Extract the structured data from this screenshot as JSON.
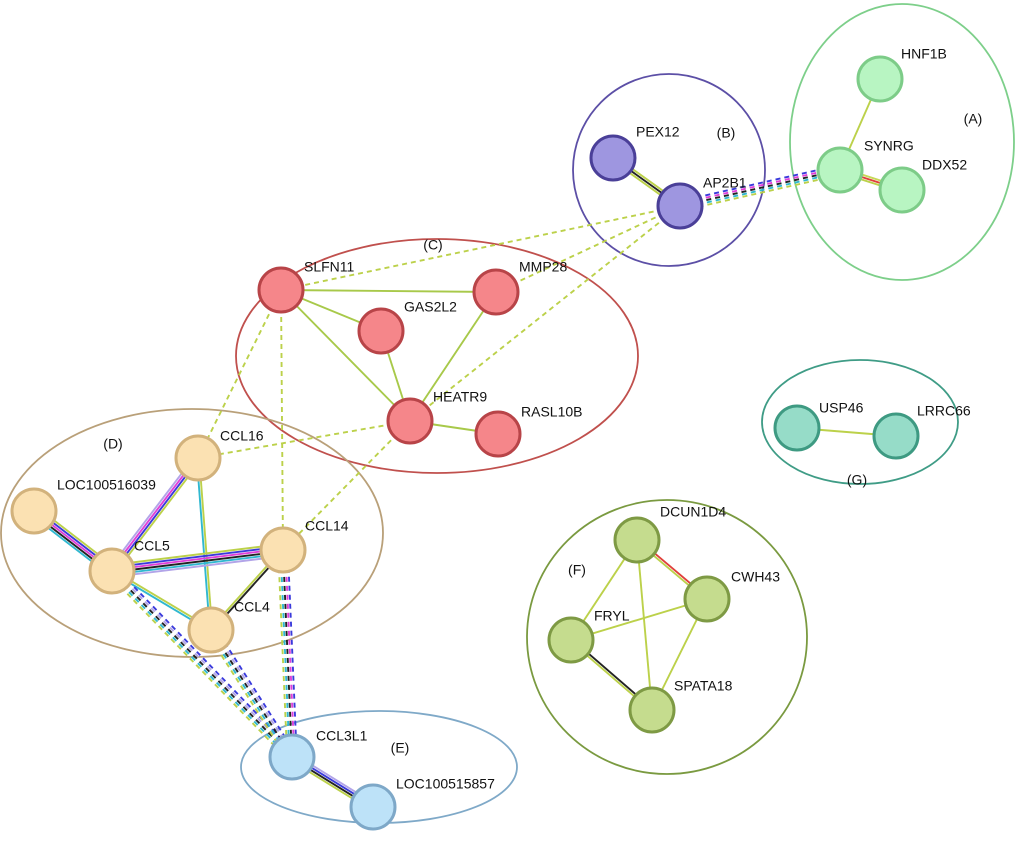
{
  "clusters": [
    {
      "id": "A",
      "label": "(A)",
      "color": "#7dcf8a"
    },
    {
      "id": "B",
      "label": "(B)",
      "color": "#5c4fa6"
    },
    {
      "id": "C",
      "label": "(C)",
      "color": "#c0504d"
    },
    {
      "id": "D",
      "label": "(D)",
      "color": "#b9a079"
    },
    {
      "id": "E",
      "label": "(E)",
      "color": "#7fa9c8"
    },
    {
      "id": "F",
      "label": "(F)",
      "color": "#7a9a40"
    },
    {
      "id": "G",
      "label": "(G)",
      "color": "#3f9c86"
    }
  ],
  "node_styles": {
    "A": {
      "fill": "#b8f5c2",
      "stroke": "#7dcc88"
    },
    "B": {
      "fill": "#9e96e0",
      "stroke": "#4a3f98"
    },
    "C": {
      "fill": "#f5868a",
      "stroke": "#b84448"
    },
    "D": {
      "fill": "#fbe1b2",
      "stroke": "#d2b27c"
    },
    "E": {
      "fill": "#bde2f8",
      "stroke": "#7ea8c8"
    },
    "F": {
      "fill": "#c5dc8e",
      "stroke": "#7e9a44"
    },
    "G": {
      "fill": "#96dcc8",
      "stroke": "#3e9a82"
    }
  },
  "nodes": [
    {
      "id": "HNF1B",
      "label": "HNF1B",
      "cluster": "A"
    },
    {
      "id": "SYNRG",
      "label": "SYNRG",
      "cluster": "A"
    },
    {
      "id": "DDX52",
      "label": "DDX52",
      "cluster": "A"
    },
    {
      "id": "PEX12",
      "label": "PEX12",
      "cluster": "B"
    },
    {
      "id": "AP2B1",
      "label": "AP2B1",
      "cluster": "B"
    },
    {
      "id": "SLFN11",
      "label": "SLFN11",
      "cluster": "C"
    },
    {
      "id": "MMP28",
      "label": "MMP28",
      "cluster": "C"
    },
    {
      "id": "GAS2L2",
      "label": "GAS2L2",
      "cluster": "C"
    },
    {
      "id": "HEATR9",
      "label": "HEATR9",
      "cluster": "C"
    },
    {
      "id": "RASL10B",
      "label": "RASL10B",
      "cluster": "C"
    },
    {
      "id": "CCL16",
      "label": "CCL16",
      "cluster": "D"
    },
    {
      "id": "LOC100516039",
      "label": "LOC100516039",
      "cluster": "D"
    },
    {
      "id": "CCL5",
      "label": "CCL5",
      "cluster": "D"
    },
    {
      "id": "CCL14",
      "label": "CCL14",
      "cluster": "D"
    },
    {
      "id": "CCL4",
      "label": "CCL4",
      "cluster": "D"
    },
    {
      "id": "CCL3L1",
      "label": "CCL3L1",
      "cluster": "E"
    },
    {
      "id": "LOC100515857",
      "label": "LOC100515857",
      "cluster": "E"
    },
    {
      "id": "DCUN1D4",
      "label": "DCUN1D4",
      "cluster": "F"
    },
    {
      "id": "CWH43",
      "label": "CWH43",
      "cluster": "F"
    },
    {
      "id": "FRYL",
      "label": "FRYL",
      "cluster": "F"
    },
    {
      "id": "SPATA18",
      "label": "SPATA18",
      "cluster": "F"
    },
    {
      "id": "USP46",
      "label": "USP46",
      "cluster": "G"
    },
    {
      "id": "LRRC66",
      "label": "LRRC66",
      "cluster": "G"
    }
  ],
  "edges": [
    {
      "source": "HNF1B",
      "target": "SYNRG",
      "colors": [
        "#bcd14a"
      ],
      "dashed": false
    },
    {
      "source": "SYNRG",
      "target": "DDX52",
      "colors": [
        "#c7d857",
        "#e0403a",
        "#bcd14a"
      ],
      "dashed": false
    },
    {
      "source": "PEX12",
      "target": "AP2B1",
      "colors": [
        "#bcd14a",
        "#222222",
        "#bcd14a"
      ],
      "dashed": false
    },
    {
      "source": "AP2B1",
      "target": "SYNRG",
      "colors": [
        "#3a3adb",
        "#e040d8",
        "#222222",
        "#30b8d0",
        "#bcd14a"
      ],
      "dashed": true
    },
    {
      "source": "AP2B1",
      "target": "SLFN11",
      "colors": [
        "#bcd14a"
      ],
      "dashed": true
    },
    {
      "source": "AP2B1",
      "target": "MMP28",
      "colors": [
        "#bcd14a"
      ],
      "dashed": true
    },
    {
      "source": "AP2B1",
      "target": "HEATR9",
      "colors": [
        "#bcd14a"
      ],
      "dashed": true
    },
    {
      "source": "SLFN11",
      "target": "MMP28",
      "colors": [
        "#a8c94a"
      ],
      "dashed": false
    },
    {
      "source": "SLFN11",
      "target": "GAS2L2",
      "colors": [
        "#a8c94a"
      ],
      "dashed": false
    },
    {
      "source": "SLFN11",
      "target": "HEATR9",
      "colors": [
        "#a8c94a"
      ],
      "dashed": false
    },
    {
      "source": "MMP28",
      "target": "HEATR9",
      "colors": [
        "#a8c94a"
      ],
      "dashed": false
    },
    {
      "source": "GAS2L2",
      "target": "HEATR9",
      "colors": [
        "#a8c94a"
      ],
      "dashed": false
    },
    {
      "source": "HEATR9",
      "target": "RASL10B",
      "colors": [
        "#a8c94a"
      ],
      "dashed": false
    },
    {
      "source": "SLFN11",
      "target": "CCL16",
      "colors": [
        "#bcd14a"
      ],
      "dashed": true
    },
    {
      "source": "SLFN11",
      "target": "CCL14",
      "colors": [
        "#bcd14a"
      ],
      "dashed": true
    },
    {
      "source": "HEATR9",
      "target": "CCL16",
      "colors": [
        "#bcd14a"
      ],
      "dashed": true
    },
    {
      "source": "HEATR9",
      "target": "CCL14",
      "colors": [
        "#bcd14a"
      ],
      "dashed": true
    },
    {
      "source": "LOC100516039",
      "target": "CCL5",
      "colors": [
        "#bcd14a",
        "#3a3adb",
        "#e040d8",
        "#222222",
        "#30b8d0"
      ],
      "dashed": false
    },
    {
      "source": "CCL16",
      "target": "CCL5",
      "colors": [
        "#bcd14a",
        "#3a3adb",
        "#e040d8",
        "#b2a4e8"
      ],
      "dashed": false
    },
    {
      "source": "CCL16",
      "target": "CCL4",
      "colors": [
        "#bcd14a",
        "#30b8d0"
      ],
      "dashed": false
    },
    {
      "source": "CCL5",
      "target": "CCL14",
      "colors": [
        "#bcd14a",
        "#3a3adb",
        "#e040d8",
        "#222222",
        "#30b8d0",
        "#b2a4e8"
      ],
      "dashed": false
    },
    {
      "source": "CCL5",
      "target": "CCL4",
      "colors": [
        "#bcd14a",
        "#30b8d0"
      ],
      "dashed": false
    },
    {
      "source": "CCL14",
      "target": "CCL4",
      "colors": [
        "#222222",
        "#bcd14a"
      ],
      "dashed": false
    },
    {
      "source": "CCL5",
      "target": "CCL3L1",
      "colors": [
        "#3a3adb",
        "#b2a4e8",
        "#222222",
        "#30b8d0",
        "#bcd14a"
      ],
      "dashed": true
    },
    {
      "source": "CCL4",
      "target": "CCL3L1",
      "colors": [
        "#3a3adb",
        "#b2a4e8",
        "#222222",
        "#30b8d0",
        "#bcd14a"
      ],
      "dashed": true
    },
    {
      "source": "CCL14",
      "target": "CCL3L1",
      "colors": [
        "#3a3adb",
        "#e040d8",
        "#222222",
        "#30b8d0",
        "#bcd14a"
      ],
      "dashed": true
    },
    {
      "source": "CCL3L1",
      "target": "LOC100515857",
      "colors": [
        "#b2a4e8",
        "#3a3adb",
        "#222222",
        "#bcd14a"
      ],
      "dashed": false
    },
    {
      "source": "DCUN1D4",
      "target": "CWH43",
      "colors": [
        "#e0403a",
        "#bcd14a"
      ],
      "dashed": false
    },
    {
      "source": "DCUN1D4",
      "target": "FRYL",
      "colors": [
        "#bcd14a"
      ],
      "dashed": false
    },
    {
      "source": "DCUN1D4",
      "target": "SPATA18",
      "colors": [
        "#bcd14a"
      ],
      "dashed": false
    },
    {
      "source": "CWH43",
      "target": "FRYL",
      "colors": [
        "#bcd14a"
      ],
      "dashed": false
    },
    {
      "source": "CWH43",
      "target": "SPATA18",
      "colors": [
        "#bcd14a"
      ],
      "dashed": false
    },
    {
      "source": "FRYL",
      "target": "SPATA18",
      "colors": [
        "#222222",
        "#bcd14a"
      ],
      "dashed": false
    },
    {
      "source": "USP46",
      "target": "LRRC66",
      "colors": [
        "#bcd14a"
      ],
      "dashed": false
    }
  ]
}
